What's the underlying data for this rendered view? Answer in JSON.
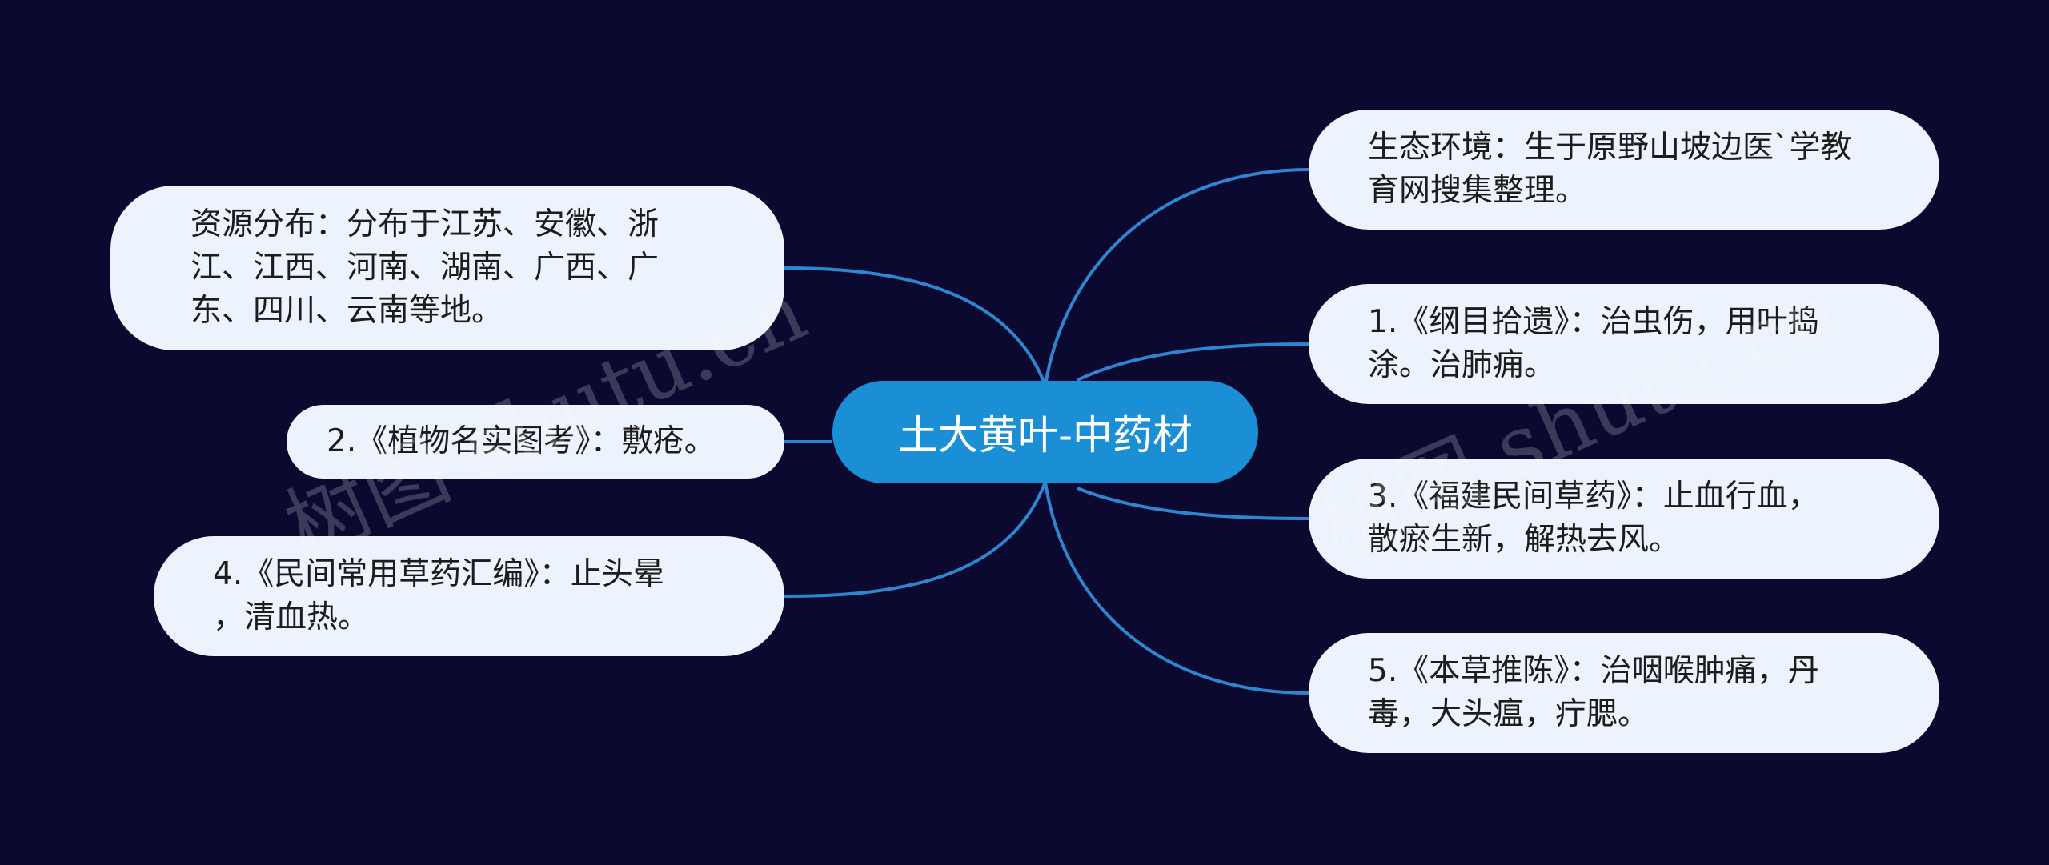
{
  "mindmap": {
    "root": {
      "label": "土大黄叶-中药材"
    },
    "branches": [
      {
        "label": "资源分布：分布于江苏、安徽、浙\n江、江西、河南、湖南、广西、广\n东、四川、云南等地。"
      },
      {
        "label": "2.《植物名实图考》：敷疮。"
      },
      {
        "label": "4.《民间常用草药汇编》：止头晕\n，清血热。"
      },
      {
        "label": "生态环境：生于原野山坡边医`学教\n育网搜集整理。"
      },
      {
        "label": "1.《纲目拾遗》：治虫伤，用叶捣\n涂。治肺痈。"
      },
      {
        "label": "3.《福建民间草药》：止血行血，\n散瘀生新，解热去风。"
      },
      {
        "label": "5.《本草推陈》：治咽喉肿痛，丹\n毒，大头瘟，疔腮。"
      }
    ]
  },
  "colors": {
    "background": "#0b0930",
    "center_fill": "#1a8fd6",
    "node_fill": "#edf3fc",
    "link": "#2f86d0"
  },
  "watermark": {
    "text": "树图 shutu.cn"
  }
}
